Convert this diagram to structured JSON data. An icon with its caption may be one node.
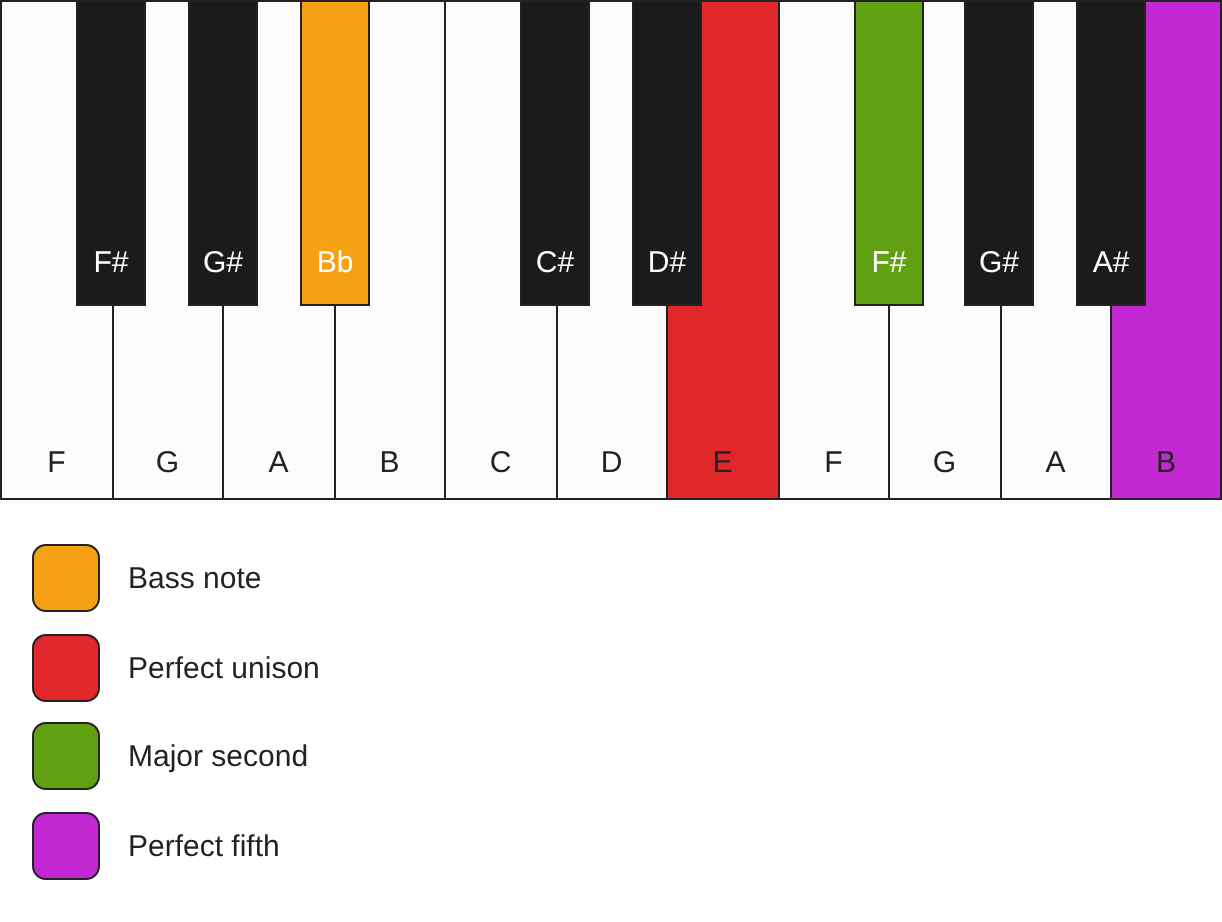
{
  "diagram": {
    "nodes": [
      {
        "text": [
          "F"
        ]
      },
      {
        "text": [
          "G"
        ]
      },
      {
        "text": [
          "A"
        ]
      },
      {
        "text": [
          "B"
        ]
      },
      {
        "text": [
          "C"
        ]
      },
      {
        "text": [
          "D"
        ]
      },
      {
        "text": [
          "E"
        ]
      },
      {
        "text": [
          "F"
        ]
      },
      {
        "text": [
          "G"
        ]
      },
      {
        "text": [
          "A"
        ]
      },
      {
        "text": [
          "B"
        ]
      },
      {
        "text": [
          "F#"
        ]
      },
      {
        "text": [
          "G#"
        ]
      },
      {
        "text": [
          "Bb"
        ]
      },
      {
        "text": [
          "C#"
        ]
      },
      {
        "text": [
          "D#"
        ]
      },
      {
        "text": [
          "F#"
        ]
      },
      {
        "text": [
          "G#"
        ]
      },
      {
        "text": [
          "A#"
        ]
      }
    ],
    "legend": [
      {
        "text": "Bass note",
        "color": "#f5a113"
      },
      {
        "text": "Perfect unison",
        "color": "#e0282a"
      },
      {
        "text": "Major second",
        "color": "#62a013"
      },
      {
        "text": "Perfect fifth",
        "color": "#c329d3"
      }
    ]
  }
}
